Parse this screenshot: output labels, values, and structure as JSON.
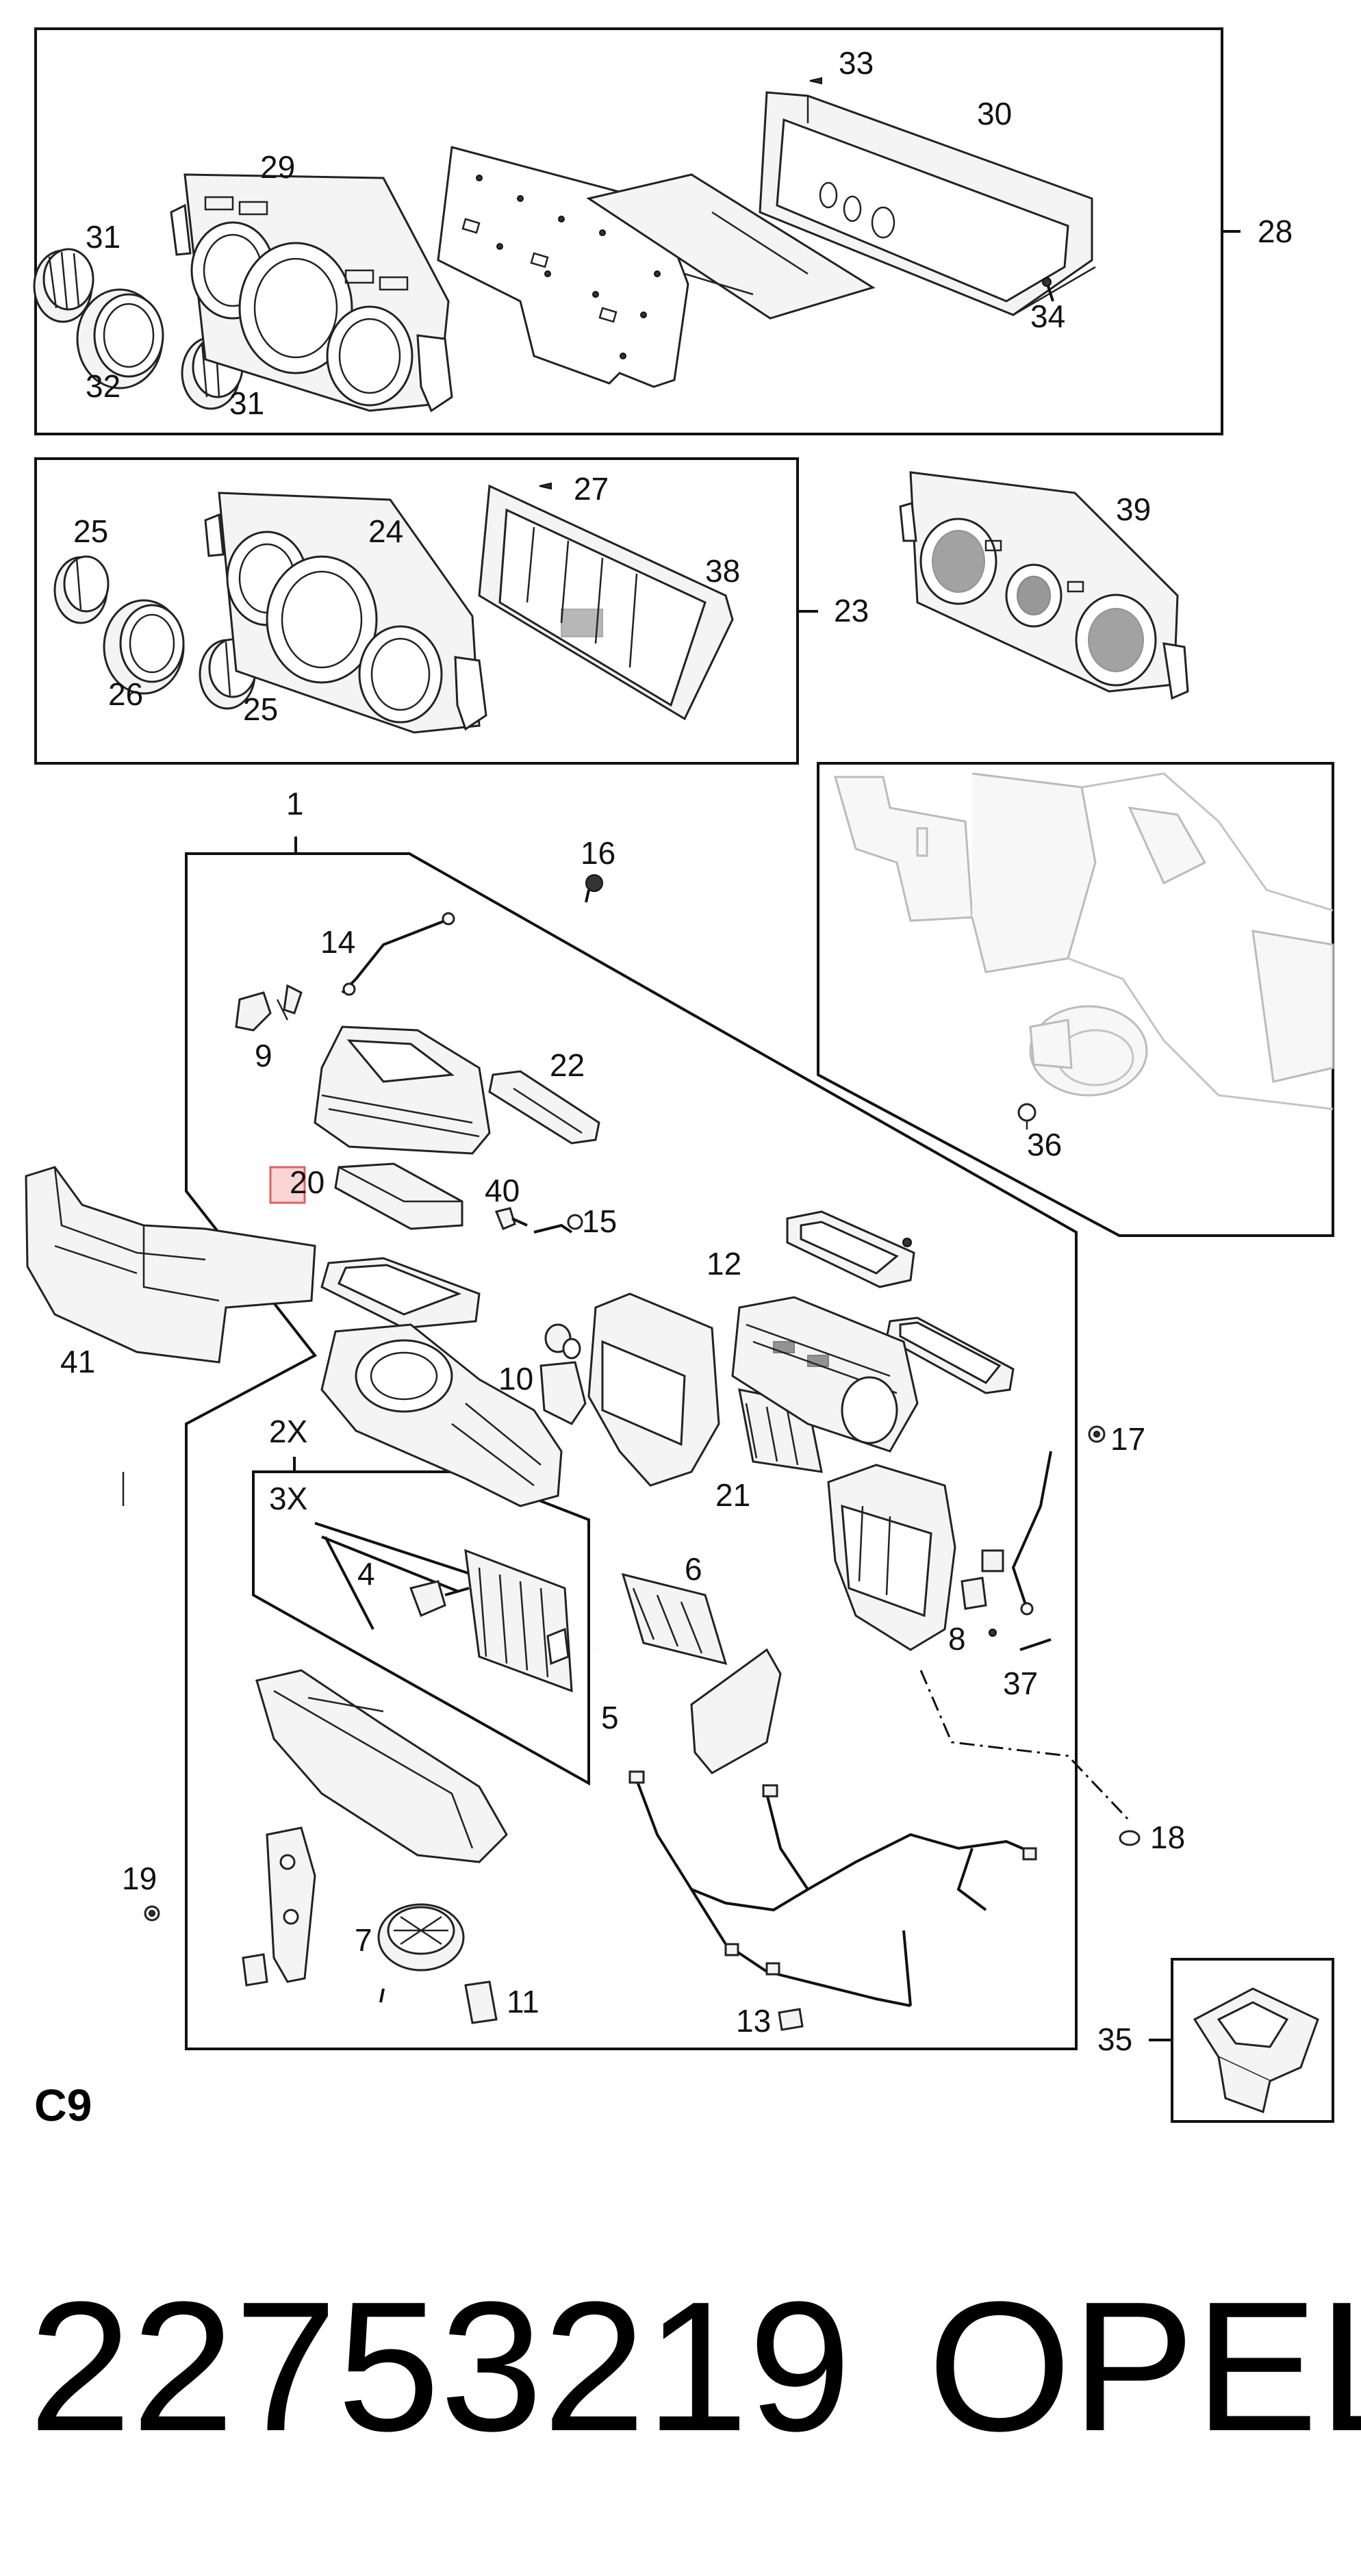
{
  "callouts": [
    "1",
    "2X",
    "3X",
    "4",
    "5",
    "6",
    "7",
    "8",
    "9",
    "10",
    "11",
    "12",
    "13",
    "14",
    "15",
    "16",
    "17",
    "18",
    "19",
    "20",
    "21",
    "22",
    "23",
    "24",
    "25",
    "25",
    "26",
    "27",
    "28",
    "29",
    "30",
    "31",
    "31",
    "32",
    "33",
    "34",
    "35",
    "36",
    "37",
    "38",
    "39",
    "40",
    "41"
  ],
  "section_code": "C9",
  "part_number": "22753219",
  "brand": "OPEL"
}
